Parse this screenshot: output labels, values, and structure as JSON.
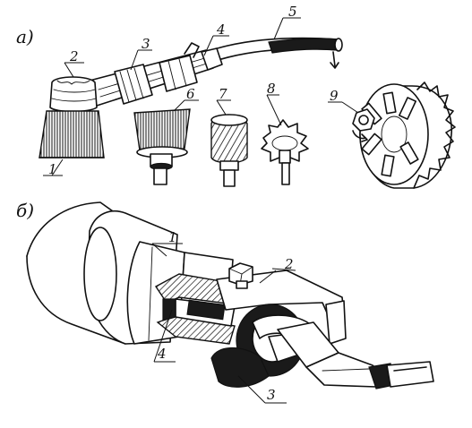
{
  "panels": {
    "a": {
      "letter": "а)"
    },
    "b": {
      "letter": "б)"
    }
  },
  "labels_a": [
    "1",
    "2",
    "3",
    "4",
    "5",
    "6",
    "7",
    "8",
    "9"
  ],
  "labels_b": [
    "1",
    "2",
    "3",
    "4"
  ]
}
